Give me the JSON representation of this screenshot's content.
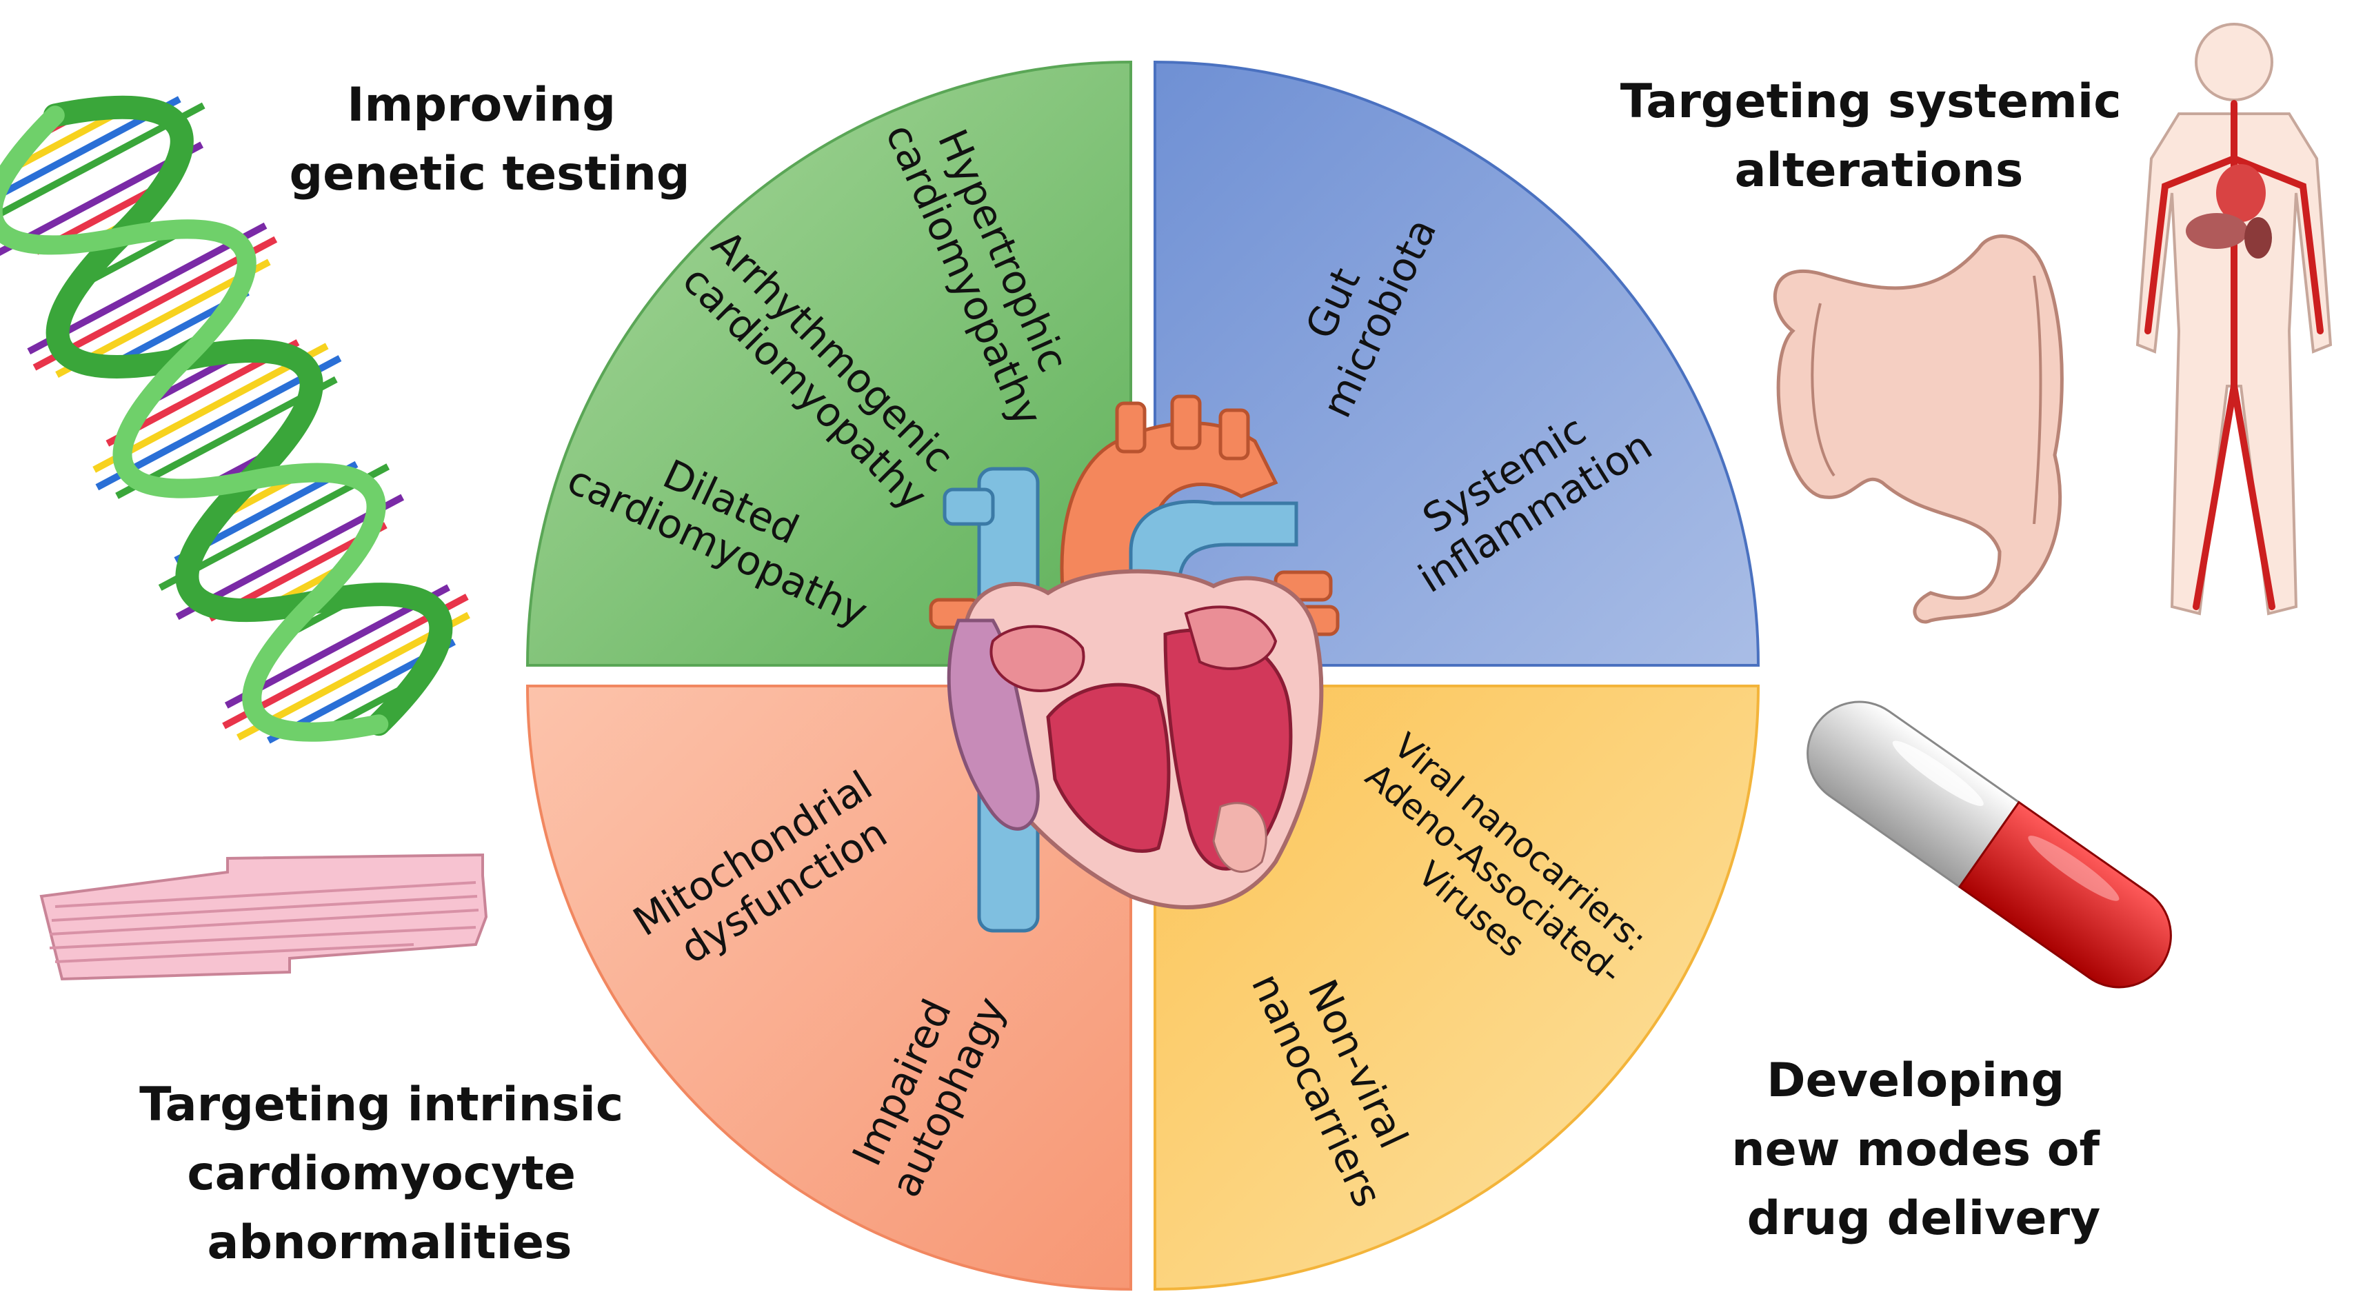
{
  "corners": {
    "top_left": [
      "Improving",
      "genetic testing"
    ],
    "top_right": [
      "Targeting systemic",
      "alterations"
    ],
    "bottom_left": [
      "Targeting intrinsic",
      "cardiomyocyte",
      "abnormalities"
    ],
    "bottom_right": [
      "Developing",
      "new modes of",
      "drug delivery"
    ]
  },
  "quadrants": {
    "green": {
      "color": "#7cc07a",
      "items": [
        [
          "Hypertrophic",
          "cardiomyopathy"
        ],
        [
          "Arrhythmogenic",
          "cardiomyopathy"
        ],
        [
          "Dilated",
          "cardiomyopathy"
        ]
      ]
    },
    "blue": {
      "color": "#8aa6d9",
      "items": [
        [
          "Gut",
          "microbiota"
        ],
        [
          "Systemic",
          "inflammation"
        ]
      ]
    },
    "orange": {
      "color": "#f7a98a",
      "items": [
        [
          "Mitochondrial",
          "dysfunction"
        ],
        [
          "Impaired",
          "autophagy"
        ]
      ]
    },
    "yellow": {
      "color": "#fbd27a",
      "items": [
        [
          "Viral nanocarriers:",
          "Adeno-Associated-",
          "Viruses"
        ],
        [
          "Non-viral",
          "nanocarriers"
        ]
      ]
    }
  },
  "icons": [
    "dna-helix-icon",
    "human-circulatory-system-icon",
    "intestine-icon",
    "cardiomyocyte-cell-icon",
    "capsule-pill-icon",
    "heart-cross-section-icon"
  ]
}
